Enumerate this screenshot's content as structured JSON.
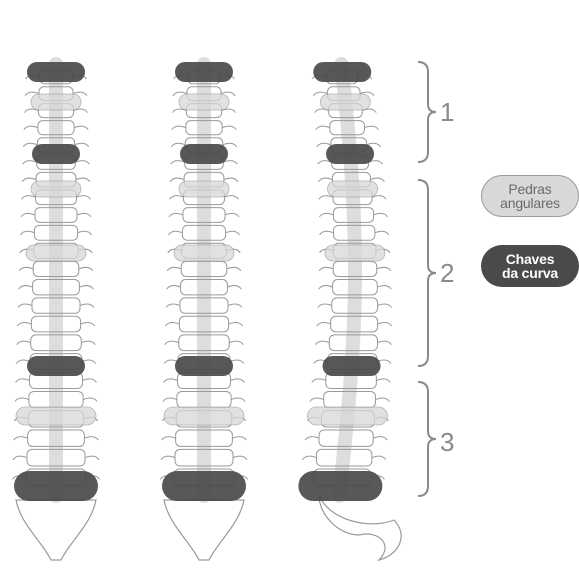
{
  "legend": {
    "angular": {
      "line1": "Pedras",
      "line2": "angulares",
      "color": "#d8d8d8"
    },
    "curve": {
      "line1": "Chaves",
      "line2": "da curva",
      "color": "#4a4a4a"
    }
  },
  "groups": [
    "1",
    "2",
    "3"
  ],
  "icons": [
    "spine-front-view",
    "spine-back-view",
    "spine-side-view",
    "brace-icon"
  ],
  "colors": {
    "bone_outline": "#9a9a9a",
    "spinal_cord": "#d9d9d9",
    "bracket": "#8a8a8a"
  }
}
